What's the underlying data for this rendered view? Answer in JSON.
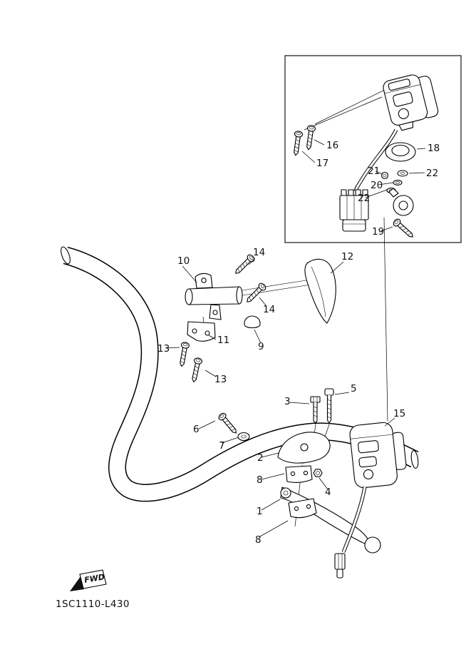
{
  "diagram": {
    "part_number": "1SC1110-L430",
    "fwd_label": "FWD",
    "callouts": [
      "16",
      "17",
      "18",
      "21",
      "22",
      "20",
      "22",
      "19",
      "10",
      "14",
      "12",
      "14",
      "11",
      "9",
      "13",
      "13",
      "5",
      "3",
      "6",
      "7",
      "15",
      "2",
      "8",
      "4",
      "1",
      "8"
    ]
  }
}
